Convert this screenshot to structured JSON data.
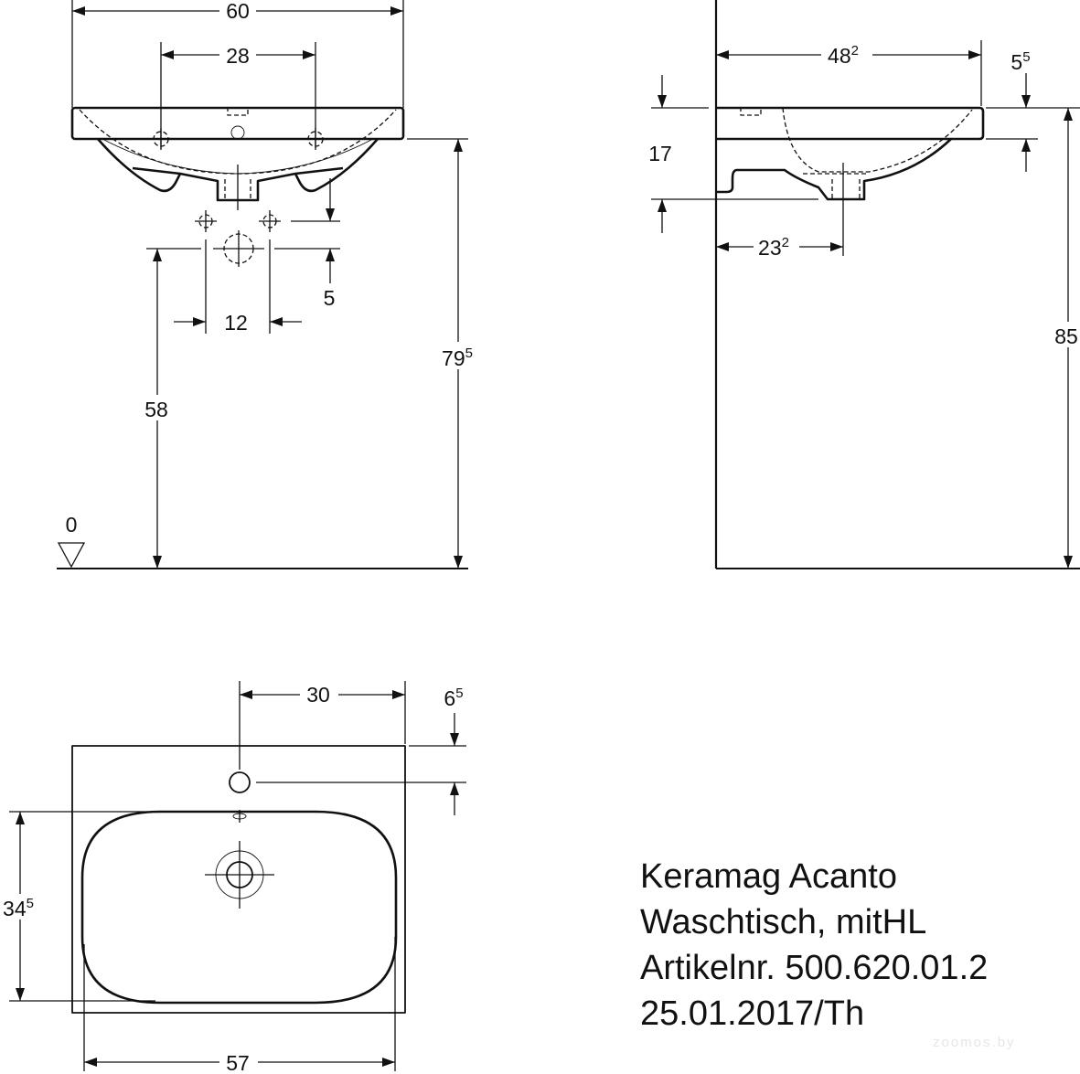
{
  "front_view": {
    "width_total": {
      "main": "60"
    },
    "tap_spacing": {
      "main": "28"
    },
    "height_rim": {
      "main": "79",
      "sup": "5"
    },
    "height_drain": {
      "main": "58"
    },
    "supply_offset": {
      "main": "5"
    },
    "supply_spacing": {
      "main": "12"
    },
    "floor_level": {
      "main": "0"
    }
  },
  "side_view": {
    "depth": {
      "main": "48",
      "sup": "2"
    },
    "rim_thickness": {
      "main": "5",
      "sup": "5"
    },
    "basin_height": {
      "main": "17"
    },
    "drain_distance": {
      "main": "23",
      "sup": "2"
    },
    "height_total": {
      "main": "85"
    }
  },
  "top_view": {
    "tap_hole_distance": {
      "main": "30"
    },
    "tap_hole_offset": {
      "main": "6",
      "sup": "5"
    },
    "basin_depth": {
      "main": "34",
      "sup": "5"
    },
    "basin_width": {
      "main": "57"
    }
  },
  "info": {
    "lines": [
      "Keramag Acanto",
      "Waschtisch, mitHL",
      "Artikelnr. 500.620.01.2",
      "25.01.2017/Th"
    ]
  },
  "watermark": "zoomos.by"
}
